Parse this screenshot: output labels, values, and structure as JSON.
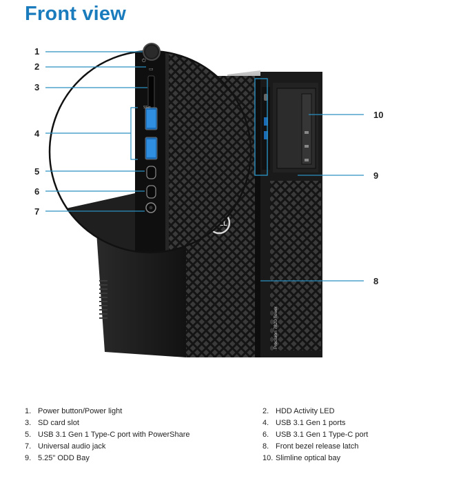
{
  "title": "Front view",
  "callouts": [
    {
      "num": "1"
    },
    {
      "num": "2"
    },
    {
      "num": "3"
    },
    {
      "num": "4"
    },
    {
      "num": "5"
    },
    {
      "num": "6"
    },
    {
      "num": "7"
    },
    {
      "num": "8"
    },
    {
      "num": "9"
    },
    {
      "num": "10"
    }
  ],
  "device": {
    "brand_logo": "DELL",
    "model_label": "Precision 7820 Tower"
  },
  "legend": [
    {
      "num": "1.",
      "label": "Power button/Power light"
    },
    {
      "num": "2.",
      "label": "HDD Activity LED"
    },
    {
      "num": "3.",
      "label": "SD card slot"
    },
    {
      "num": "4.",
      "label": "USB 3.1 Gen 1 ports"
    },
    {
      "num": "5.",
      "label": "USB 3.1 Gen 1 Type-C port with PowerShare"
    },
    {
      "num": "6.",
      "label": "USB 3.1 Gen 1 Type-C port"
    },
    {
      "num": "7.",
      "label": "Universal audio jack"
    },
    {
      "num": "8.",
      "label": "Front bezel release latch"
    },
    {
      "num": "9.",
      "label": "5.25\" ODD Bay"
    },
    {
      "num": "10.",
      "label": "Slimline optical bay"
    }
  ],
  "colors": {
    "title": "#1b7cbd",
    "callout_line": "#2a8fc0",
    "chassis": "#1e1e1e"
  }
}
